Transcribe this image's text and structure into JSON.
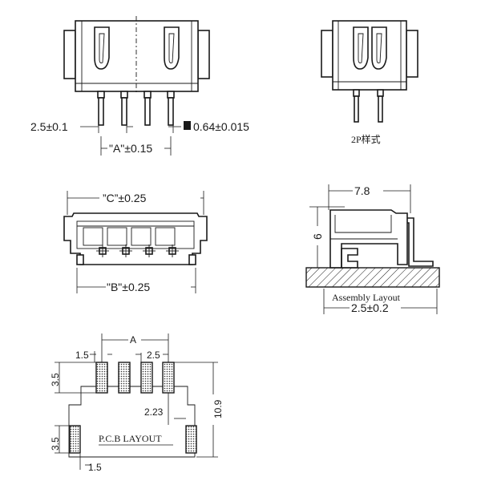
{
  "labels": {
    "pitch_tol": "2.5±0.1",
    "pin_size": "0.64±0.015",
    "dim_a": "\"A\"±0.15",
    "variant": "2P样式",
    "dim_c": "”C”±0.25",
    "dim_b": "\"B\"±0.25",
    "width_78": "7.8",
    "height_6": "6",
    "assembly": "Assembly Layout",
    "offset_25": "2.5±0.2",
    "pcb_a": "A",
    "pcb_15_top": "1.5",
    "pcb_25": "2.5",
    "pcb_35_top": "3.5",
    "pcb_109": "10.9",
    "pcb_223": "2.23",
    "pcb_35_bottom": "3.5",
    "pcb_layout": "P.C.B LAYOUT",
    "pcb_15_bottom": "1.5"
  }
}
